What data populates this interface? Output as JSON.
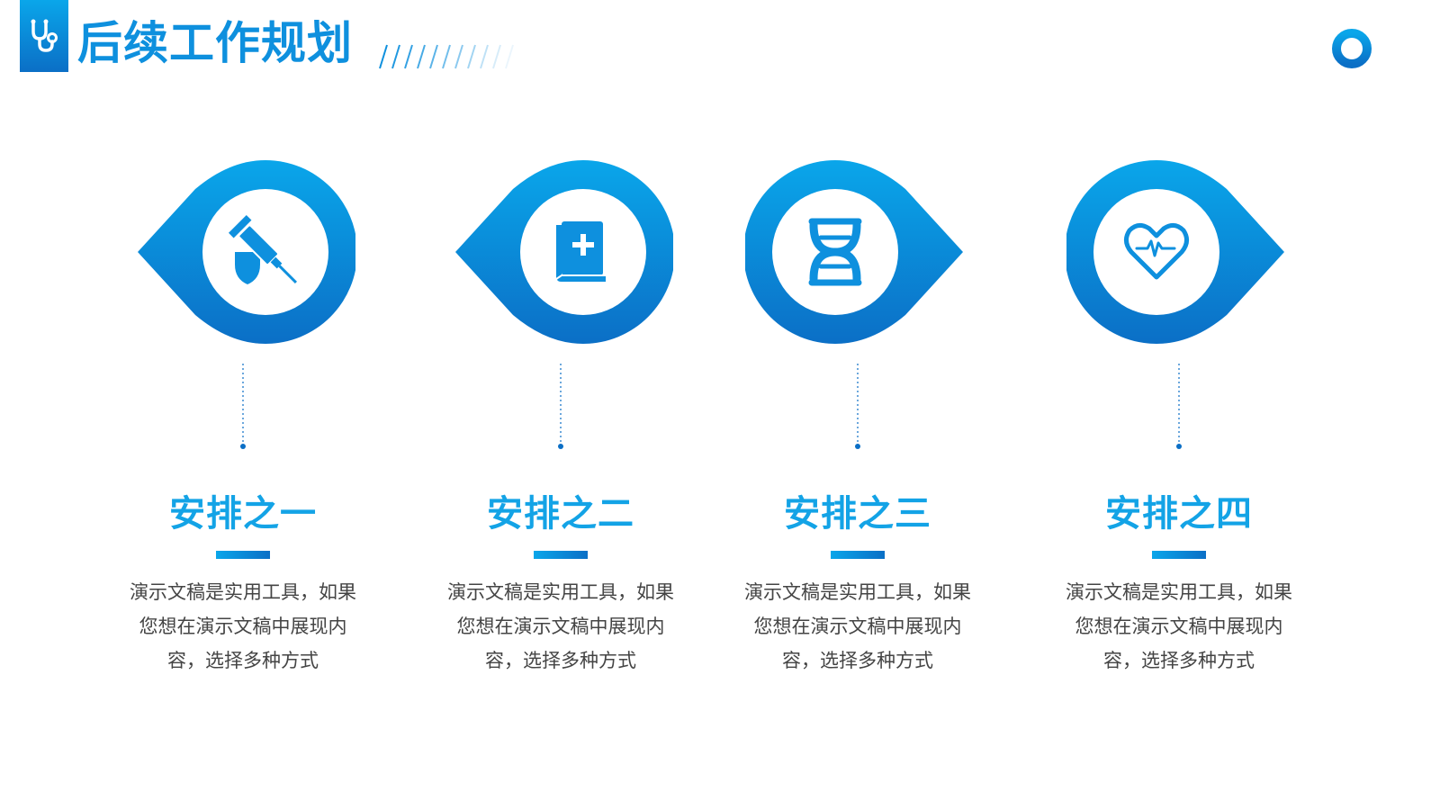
{
  "header": {
    "title": "后续工作规划",
    "badge_icon": "stethoscope-icon",
    "decor_icon": "ring-icon"
  },
  "colors": {
    "primary": "#0e90de",
    "gradient_start": "#0aa6ea",
    "gradient_end": "#0b6fc6",
    "body_text": "#444444"
  },
  "items": [
    {
      "title": "安排之一",
      "icon": "syringe-icon",
      "desc_lines": [
        "演示文稿是实用工具，如果",
        "您想在演示文稿中展现内",
        "容，选择多种方式"
      ]
    },
    {
      "title": "安排之二",
      "icon": "medical-book-icon",
      "desc_lines": [
        "演示文稿是实用工具，如果",
        "您想在演示文稿中展现内",
        "容，选择多种方式"
      ]
    },
    {
      "title": "安排之三",
      "icon": "dna-icon",
      "desc_lines": [
        "演示文稿是实用工具，如果",
        "您想在演示文稿中展现内",
        "容，选择多种方式"
      ]
    },
    {
      "title": "安排之四",
      "icon": "heart-pulse-icon",
      "desc_lines": [
        "演示文稿是实用工具，如果",
        "您想在演示文稿中展现内",
        "容，选择多种方式"
      ]
    }
  ]
}
